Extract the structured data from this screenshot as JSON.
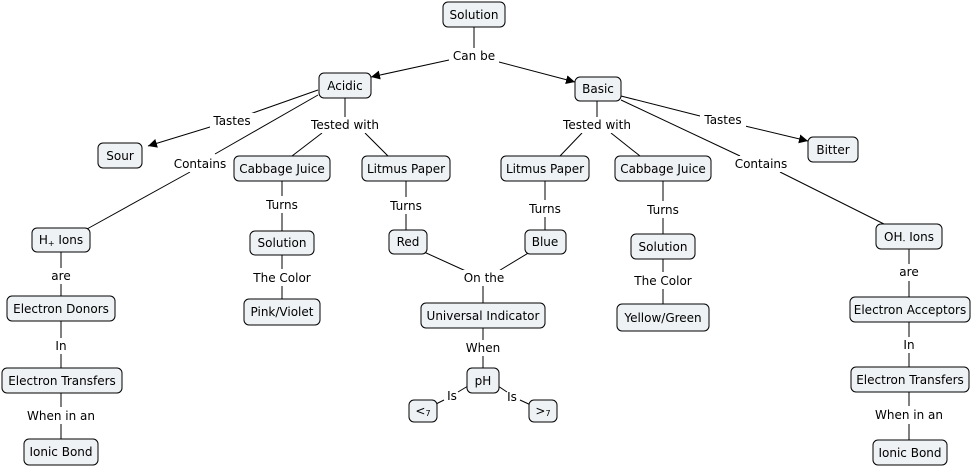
{
  "nodes": {
    "solution_root": "Solution",
    "acidic": "Acidic",
    "basic": "Basic",
    "sour": "Sour",
    "bitter": "Bitter",
    "cabbage_juice_acid": "Cabbage Juice",
    "litmus_paper_acid": "Litmus Paper",
    "litmus_paper_base": "Litmus Paper",
    "cabbage_juice_base": "Cabbage Juice",
    "h_ions_main": "H",
    "h_ions_sub": "+",
    "h_ions_tail": " Ions",
    "oh_ions_main": "OH",
    "oh_ions_sub": "-",
    "oh_ions_tail": " Ions",
    "solution_acid": "Solution",
    "solution_base": "Solution",
    "red": "Red",
    "blue": "Blue",
    "pink_violet": "Pink/Violet",
    "yellow_green": "Yellow/Green",
    "universal_indicator": "Universal Indicator",
    "ph": "pH",
    "lt7_main": "<",
    "lt7_sub": "7",
    "gt7_main": ">",
    "gt7_sub": "7",
    "electron_donors": "Electron Donors",
    "electron_acceptors": "Electron Acceptors",
    "electron_transfers_acid": "Electron Transfers",
    "electron_transfers_base": "Electron Transfers",
    "ionic_bond_acid": "Ionic Bond",
    "ionic_bond_base": "Ionic Bond"
  },
  "links": {
    "can_be": "Can be",
    "tastes_acid": "Tastes",
    "tastes_base": "Tastes",
    "tested_with_acid": "Tested with",
    "tested_with_base": "Tested with",
    "contains_acid": "Contains",
    "contains_base": "Contains",
    "turns_cj_acid": "Turns",
    "turns_lp_acid": "Turns",
    "turns_lp_base": "Turns",
    "turns_cj_base": "Turns",
    "the_color_acid": "The Color",
    "the_color_base": "The Color",
    "on_the": "On the",
    "when": "When",
    "is_left": "Is",
    "is_right": "Is",
    "are_acid": "are",
    "are_base": "are",
    "in_acid": "In",
    "in_base": "In",
    "when_in_an_acid": "When in an",
    "when_in_an_base": "When in an"
  },
  "colors": {
    "node_fill": "#eef2f4",
    "stroke": "#000000",
    "background": "#ffffff"
  }
}
